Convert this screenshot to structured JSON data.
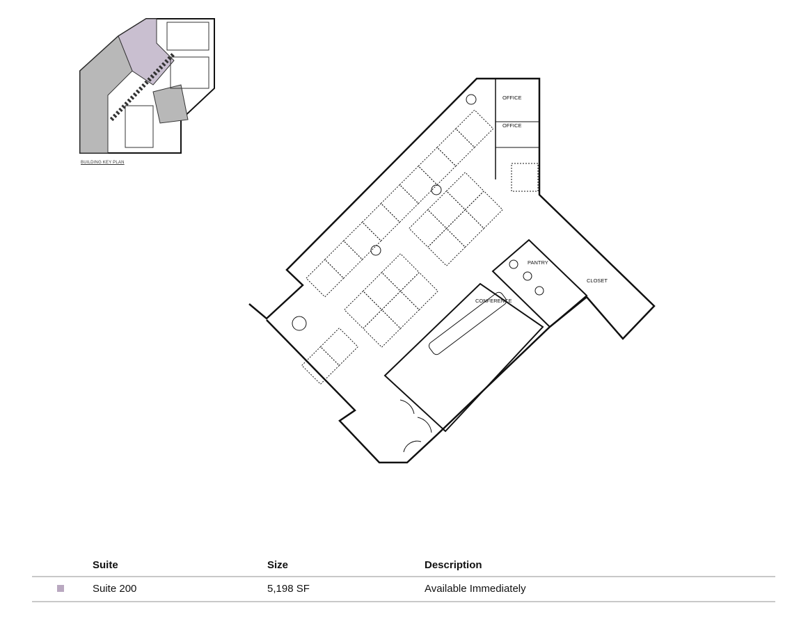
{
  "key_plan": {
    "caption": "BUILDING KEY PLAN",
    "highlight_color": "#c9bfd0",
    "common_color": "#b8b8b8"
  },
  "floor_plan": {
    "rooms": {
      "office_1": "OFFICE",
      "office_2": "OFFICE",
      "pantry": "PANTRY",
      "conference": "CONFERENCE",
      "closet": "CLOSET"
    }
  },
  "table": {
    "headers": {
      "suite": "Suite",
      "size": "Size",
      "description": "Description"
    },
    "rows": [
      {
        "swatch_color": "#b9a8c0",
        "suite": "Suite 200",
        "size": "5,198 SF",
        "description": "Available Immediately"
      }
    ]
  }
}
